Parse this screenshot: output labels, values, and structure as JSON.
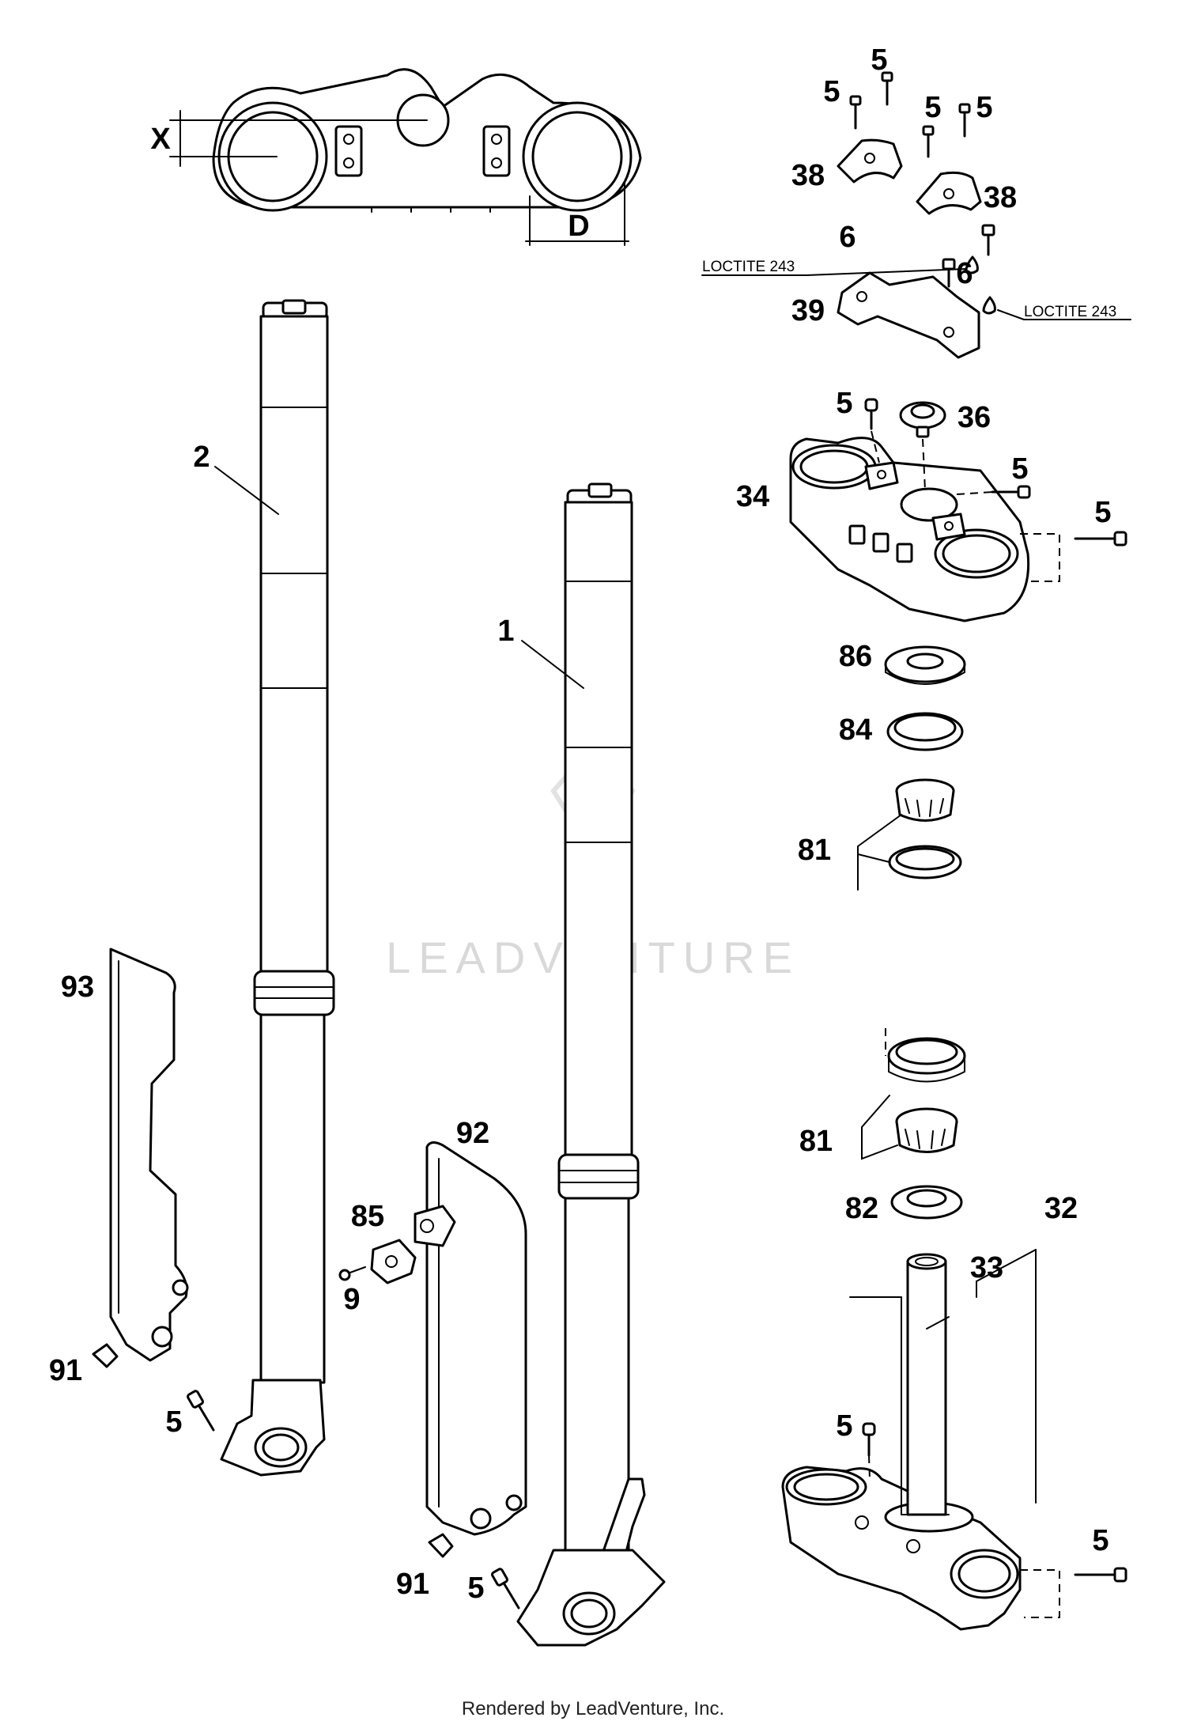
{
  "dimension_labels": {
    "x": "X",
    "d": "D"
  },
  "callouts": [
    {
      "id": "c-2",
      "text": "2"
    },
    {
      "id": "c-1",
      "text": "1"
    },
    {
      "id": "c-93",
      "text": "93"
    },
    {
      "id": "c-92",
      "text": "92"
    },
    {
      "id": "c-85",
      "text": "85"
    },
    {
      "id": "c-9",
      "text": "9"
    },
    {
      "id": "c-91a",
      "text": "91"
    },
    {
      "id": "c-5a",
      "text": "5"
    },
    {
      "id": "c-91b",
      "text": "91"
    },
    {
      "id": "c-5b",
      "text": "5"
    },
    {
      "id": "c-5t1",
      "text": "5"
    },
    {
      "id": "c-5t2",
      "text": "5"
    },
    {
      "id": "c-5t3",
      "text": "5"
    },
    {
      "id": "c-5t4",
      "text": "5"
    },
    {
      "id": "c-38a",
      "text": "38"
    },
    {
      "id": "c-38b",
      "text": "38"
    },
    {
      "id": "c-6a",
      "text": "6"
    },
    {
      "id": "c-6b",
      "text": "6"
    },
    {
      "id": "c-39",
      "text": "39"
    },
    {
      "id": "c-5c",
      "text": "5"
    },
    {
      "id": "c-36",
      "text": "36"
    },
    {
      "id": "c-34",
      "text": "34"
    },
    {
      "id": "c-5d",
      "text": "5"
    },
    {
      "id": "c-5e",
      "text": "5"
    },
    {
      "id": "c-86",
      "text": "86"
    },
    {
      "id": "c-84",
      "text": "84"
    },
    {
      "id": "c-81a",
      "text": "81"
    },
    {
      "id": "c-81b",
      "text": "81"
    },
    {
      "id": "c-82",
      "text": "82"
    },
    {
      "id": "c-32",
      "text": "32"
    },
    {
      "id": "c-33",
      "text": "33"
    },
    {
      "id": "c-5f",
      "text": "5"
    },
    {
      "id": "c-5g",
      "text": "5"
    }
  ],
  "notes": {
    "loctite_left": "LOCTITE 243",
    "loctite_right": "LOCTITE 243"
  },
  "watermark": "LEADVENTURE",
  "footer": "Rendered by LeadVenture, Inc."
}
